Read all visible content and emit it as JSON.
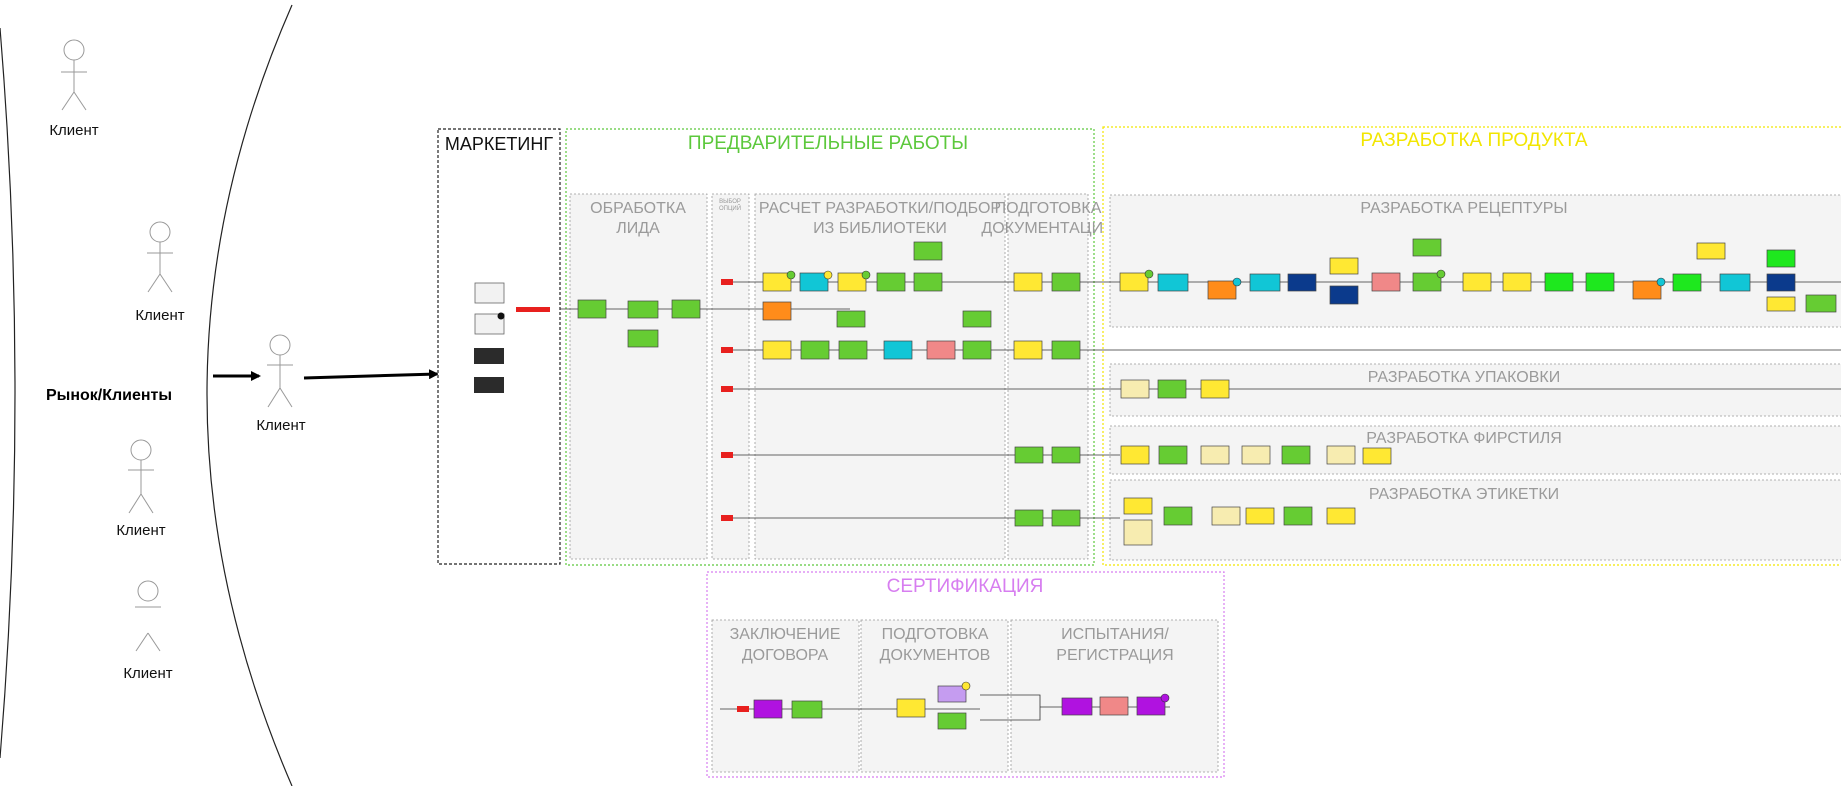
{
  "market": {
    "label": "Рынок/Клиенты",
    "clients": [
      "Клиент",
      "Клиент",
      "Клиент",
      "Клиент",
      "Клиент"
    ]
  },
  "stages": {
    "marketing": "МАРКЕТИНГ",
    "pre_works": {
      "title": "ПРЕДВАРИТЕЛЬНЫЕ РАБОТЫ",
      "lead_processing": [
        "ОБРАБОТКА",
        "ЛИДА"
      ],
      "option_choice": [
        "ВЫБОР",
        "ОПЦИЙ"
      ],
      "calculation": [
        "РАСЧЕТ РАЗРАБОТКИ/ПОДБОР",
        "ИЗ БИБЛИОТЕКИ"
      ],
      "documentation": [
        "ПОДГОТОВКА",
        "ДОКУМЕНТАЦИИ"
      ]
    },
    "product_dev": {
      "title": "РАЗРАБОТКА ПРОДУКТА",
      "recipe": "РАЗРАБОТКА РЕЦЕПТУРЫ",
      "packaging": "РАЗРАБОТКА УПАКОВКИ",
      "firm_style": "РАЗРАБОТКА ФИРСТИЛЯ",
      "label": "РАЗРАБОТКА ЭТИКЕТКИ"
    },
    "certification": {
      "title": "СЕРТИФИКАЦИЯ",
      "contract": [
        "ЗАКЛЮЧЕНИЕ",
        "ДОГОВОРА"
      ],
      "documents": [
        "ПОДГОТОВКА",
        "ДОКУМЕНТОВ"
      ],
      "testing": [
        "ИСПЫТАНИЯ/",
        "РЕГИСТРАЦИЯ"
      ]
    }
  },
  "colors": {
    "marketing_border": "#222222",
    "pre_works": "#5cc83c",
    "product_dev": "#f2e600",
    "certification": "#d77ef0",
    "sub_title_gray": "#9a9a9a",
    "sub_fill": "#f4f4f4",
    "task_green": "#66cc33",
    "task_yellow": "#ffe833",
    "task_cyan": "#11c6d6",
    "task_orange": "#ff8c1a",
    "task_navy": "#0b3a8c",
    "task_pink": "#f08888",
    "task_purple": "#b012e0",
    "task_lightyellow": "#f7ecb0",
    "task_lavender": "#c59cf0",
    "event_red": "#e8201e",
    "bright_green": "#1ee81e"
  }
}
